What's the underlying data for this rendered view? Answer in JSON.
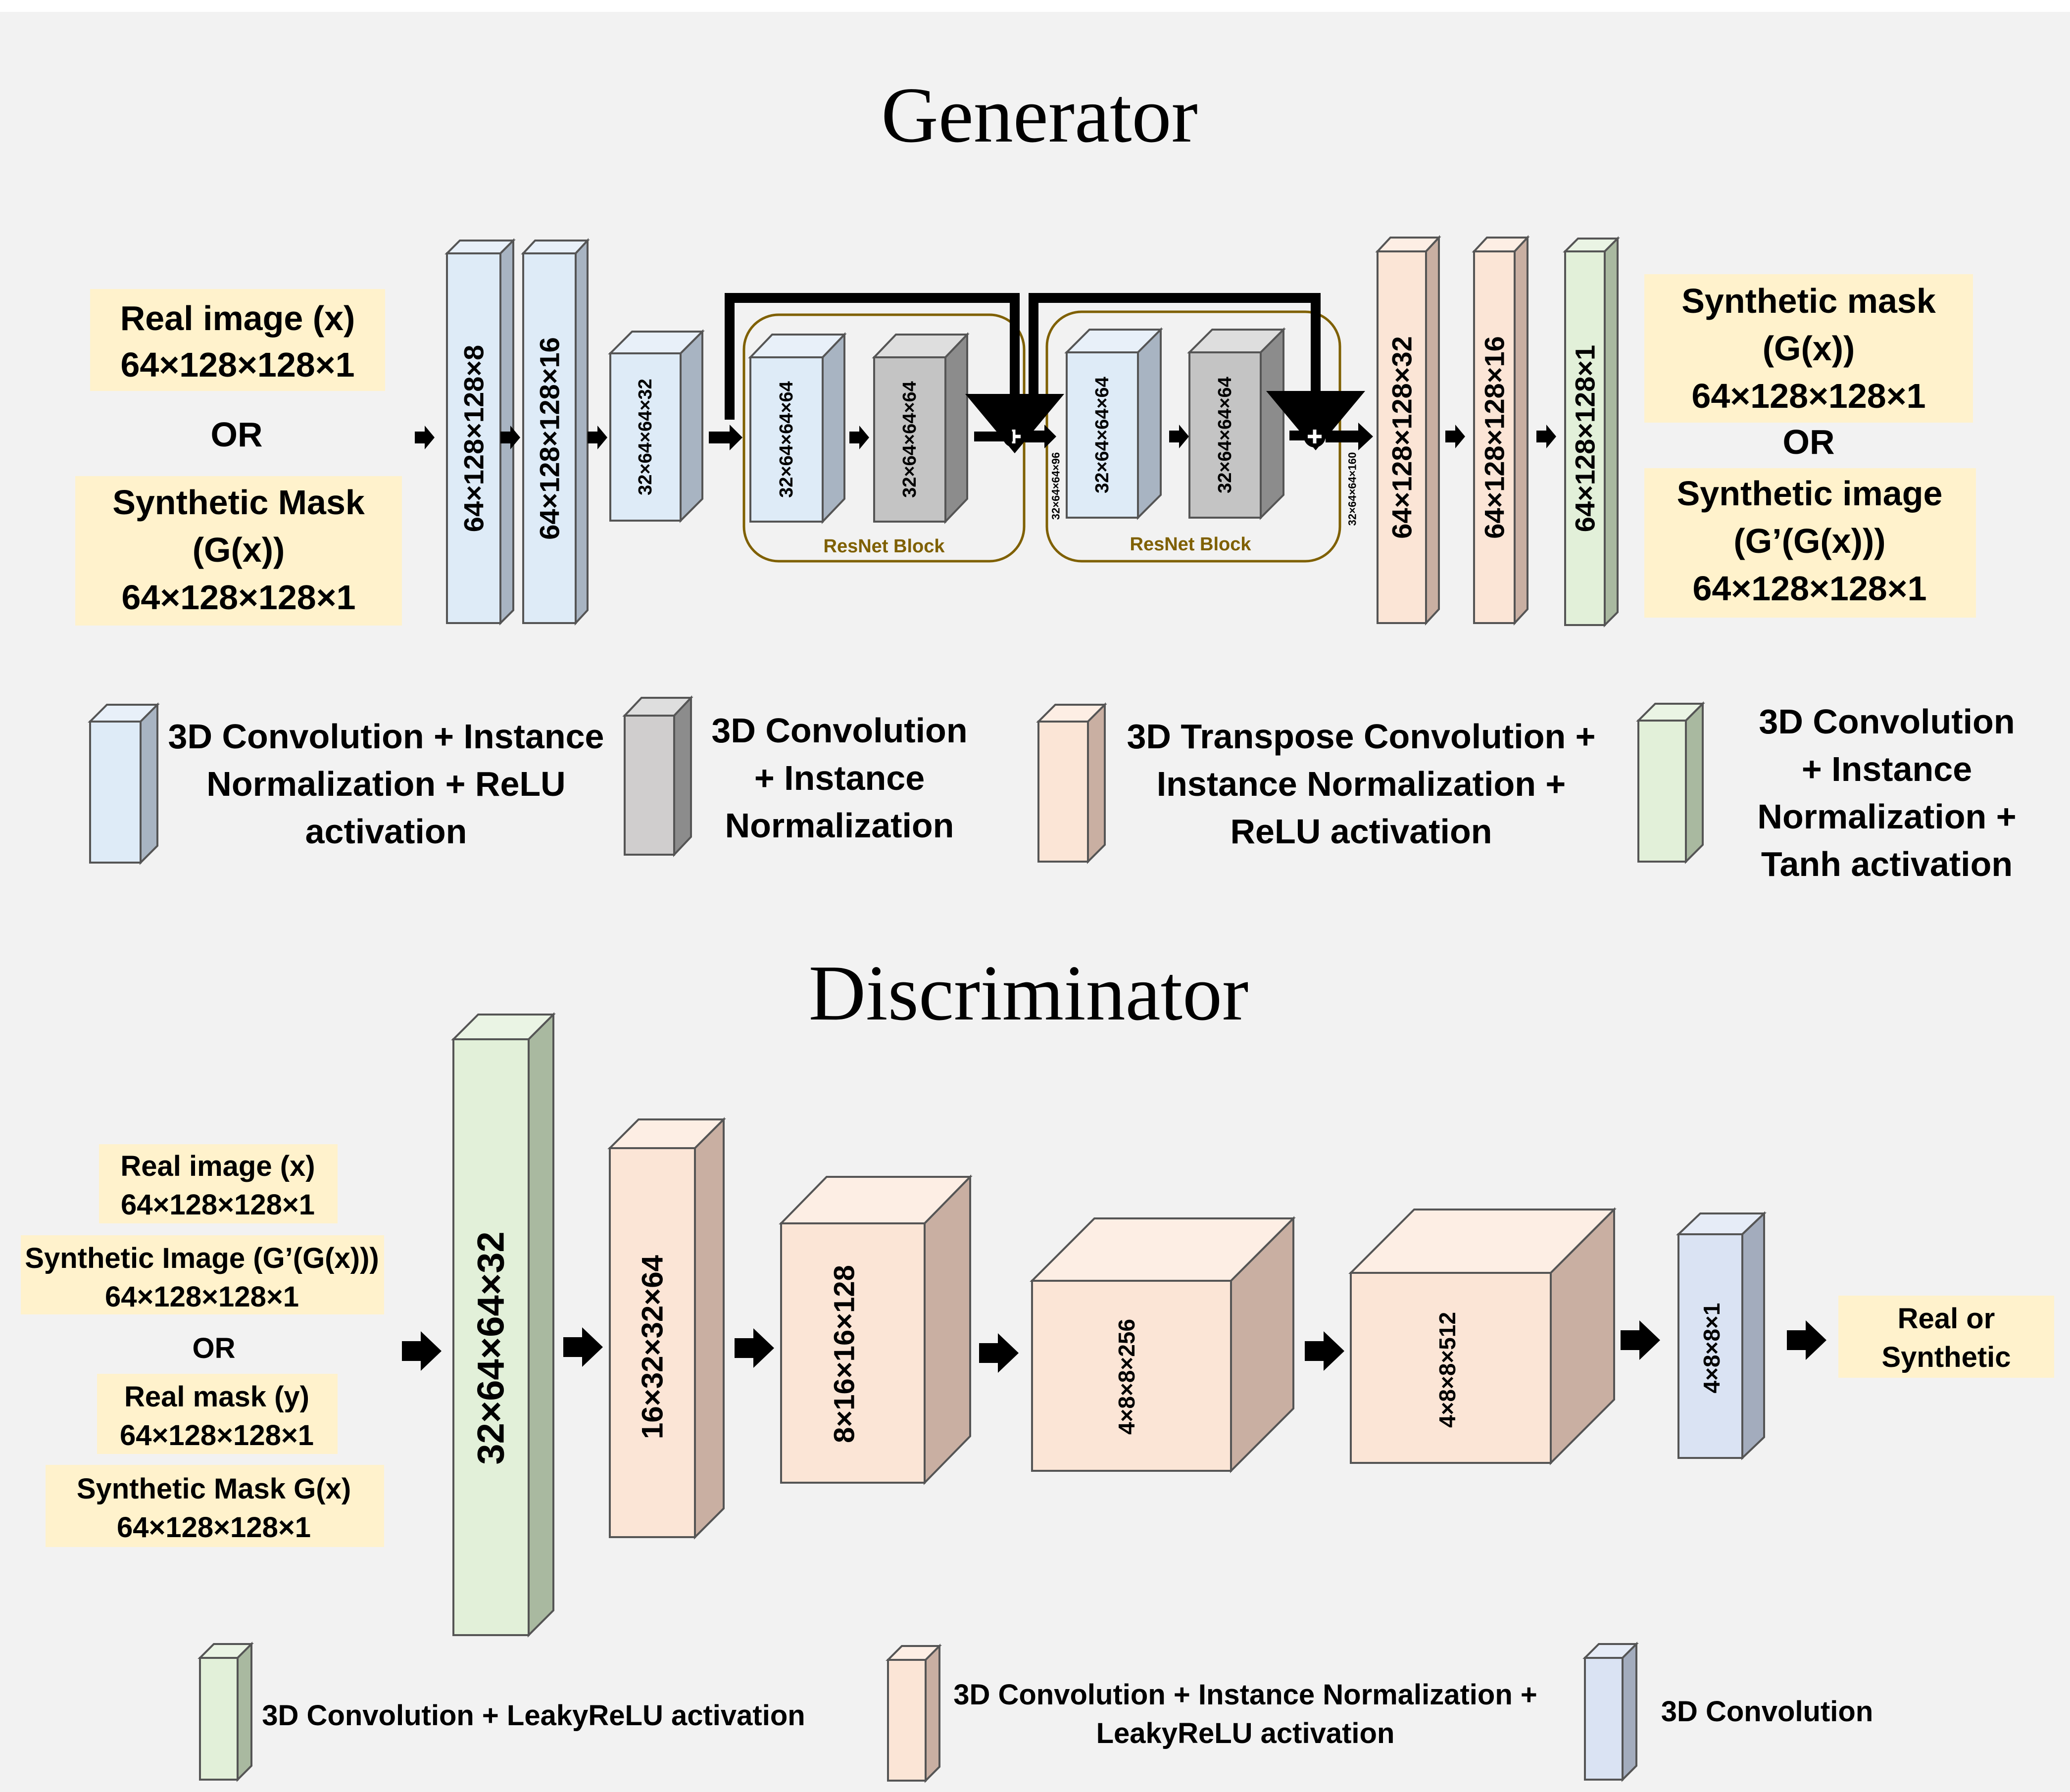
{
  "generator": {
    "title": "Generator",
    "inputs": {
      "real_image": [
        "Real image (x)",
        "64×128×128×1"
      ],
      "or": "OR",
      "synthetic_mask": [
        "Synthetic Mask",
        "(G(x))",
        "64×128×128×1"
      ]
    },
    "layers": {
      "conv1": "64×128×128×8",
      "conv2": "64×128×128×16",
      "conv3": "32×64×64×32",
      "res1_conv": "32×64×64×64",
      "res1_norm": "32×64×64×64",
      "concat1": "32×64×64×96",
      "res2_conv": "32×64×64×64",
      "res2_norm": "32×64×64×64",
      "concat2": "32×64×64×160",
      "tconv1": "64×128×128×32",
      "tconv2": "64×128×128×16",
      "out": "64×128×128×1"
    },
    "resnet_label": "ResNet Block",
    "outputs": {
      "synthetic_mask": [
        "Synthetic mask",
        "(G(x))",
        "64×128×128×1"
      ],
      "or": "OR",
      "synthetic_image": [
        "Synthetic image",
        "(G’(G(x)))",
        "64×128×128×1"
      ]
    },
    "legend": {
      "conv_in_relu": [
        "3D Convolution + Instance",
        "Normalization + ReLU",
        "activation"
      ],
      "conv_in": [
        "3D Convolution",
        "+ Instance",
        "Normalization"
      ],
      "tconv_in_relu": [
        "3D Transpose Convolution +",
        "Instance Normalization +",
        "ReLU activation"
      ],
      "conv_in_tanh": [
        "3D Convolution",
        "+ Instance",
        "Normalization +",
        "Tanh activation"
      ]
    }
  },
  "discriminator": {
    "title": "Discriminator",
    "inputs": {
      "real_image": [
        "Real image (x)",
        "64×128×128×1"
      ],
      "synthetic_image": [
        "Synthetic Image (G’(G(x)))",
        "64×128×128×1"
      ],
      "or": "OR",
      "real_mask": [
        "Real mask (y)",
        "64×128×128×1"
      ],
      "synthetic_mask": [
        "Synthetic Mask G(x)",
        "64×128×128×1"
      ]
    },
    "layers": {
      "d1": "32×64×64×32",
      "d2": "16×32×32×64",
      "d3": "8×16×16×128",
      "d4": "4×8×8×256",
      "d5": "4×8×8×512",
      "d6": "4×8×8×1"
    },
    "output": [
      "Real or",
      "Synthetic"
    ],
    "legend": {
      "conv_leaky": [
        "3D Convolution + LeakyReLU activation"
      ],
      "conv_in_leaky": [
        "3D Convolution + Instance Normalization +",
        "LeakyReLU activation"
      ],
      "conv": [
        "3D Convolution"
      ]
    }
  },
  "colors": {
    "blue": "#deebf7",
    "gray": "#d0cece",
    "peach": "#fbe5d6",
    "green": "#e2f0d9",
    "lavender": "#dae3f3",
    "label_bg": "#fff2cc",
    "resnet_border": "#7f6000"
  }
}
